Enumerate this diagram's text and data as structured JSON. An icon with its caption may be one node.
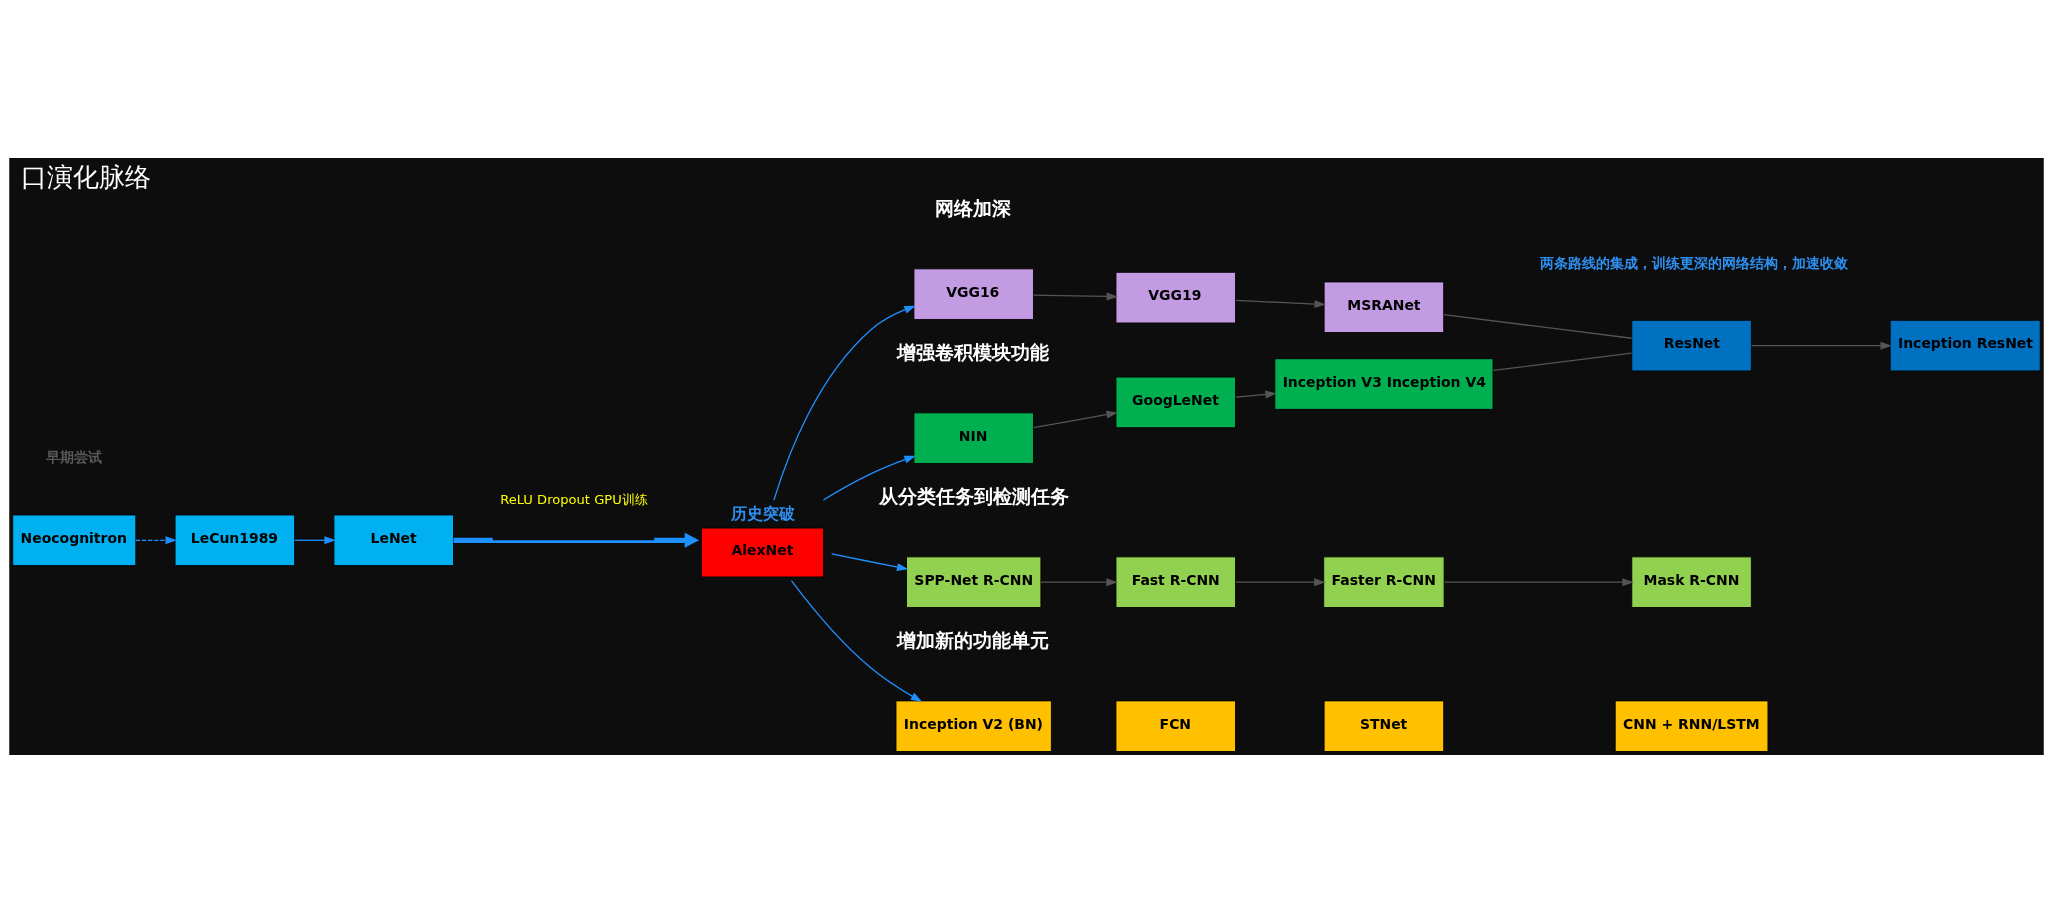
{
  "diagram": {
    "title": "口演化脉络",
    "nodes": [
      {
        "text": [
          "Neocognitron"
        ]
      },
      {
        "text": [
          "LeCun1989"
        ]
      },
      {
        "text": [
          "LeNet"
        ]
      },
      {
        "text": [
          "历史突破",
          "AlexNet"
        ]
      },
      {
        "text": [
          "VGG16"
        ]
      },
      {
        "text": [
          "VGG19"
        ]
      },
      {
        "text": [
          "MSRANet"
        ]
      },
      {
        "text": [
          "ResNet"
        ]
      },
      {
        "text": [
          "Inception ResNet"
        ]
      },
      {
        "text": [
          "NIN"
        ]
      },
      {
        "text": [
          "GoogLeNet"
        ]
      },
      {
        "text": [
          "Inception V3 Inception V4"
        ]
      },
      {
        "text": [
          "SPP-Net R-CNN"
        ]
      },
      {
        "text": [
          "Fast R-CNN"
        ]
      },
      {
        "text": [
          "Faster R-CNN"
        ]
      },
      {
        "text": [
          "Mask R-CNN"
        ]
      },
      {
        "text": [
          "Inception V2 (BN)"
        ]
      },
      {
        "text": [
          "FCN"
        ]
      },
      {
        "text": [
          "STNet"
        ]
      },
      {
        "text": [
          "CNN + RNN/LSTM"
        ]
      }
    ],
    "edges": [
      {
        "from": 0,
        "to": 1,
        "arrow": "to",
        "style": "dashed",
        "color": "#1e90ff"
      },
      {
        "from": 1,
        "to": 2,
        "arrow": "to",
        "color": "#1e90ff"
      },
      {
        "from": 2,
        "to": 3,
        "arrow": "to",
        "label": "ReLU Dropout GPU训练",
        "style": "thick",
        "color": "#1e90ff"
      },
      {
        "from": 3,
        "to": 4,
        "arrow": "to",
        "color": "#1e90ff"
      },
      {
        "from": 3,
        "to": 9,
        "arrow": "to",
        "color": "#1e90ff"
      },
      {
        "from": 3,
        "to": 12,
        "arrow": "to",
        "color": "#1e90ff"
      },
      {
        "from": 3,
        "to": 16,
        "arrow": "to",
        "color": "#1e90ff"
      },
      {
        "from": 4,
        "to": 5,
        "arrow": "to"
      },
      {
        "from": 5,
        "to": 6,
        "arrow": "to"
      },
      {
        "from": 6,
        "to": 7,
        "arrow": "none"
      },
      {
        "from": 11,
        "to": 7,
        "arrow": "none"
      },
      {
        "from": 7,
        "to": 8,
        "arrow": "to"
      },
      {
        "from": 9,
        "to": 10,
        "arrow": "to"
      },
      {
        "from": 10,
        "to": 11,
        "arrow": "to"
      },
      {
        "from": 12,
        "to": 13,
        "arrow": "to"
      },
      {
        "from": 13,
        "to": 14,
        "arrow": "to"
      },
      {
        "from": 14,
        "to": 15,
        "arrow": "to"
      }
    ],
    "labels": [
      "网络加深",
      "两条路线的集成，训练更深的网络结构，加速收敛",
      "增强卷积模块功能",
      "早期尝试",
      "从分类任务到检测任务",
      "增加新的功能单元"
    ]
  }
}
